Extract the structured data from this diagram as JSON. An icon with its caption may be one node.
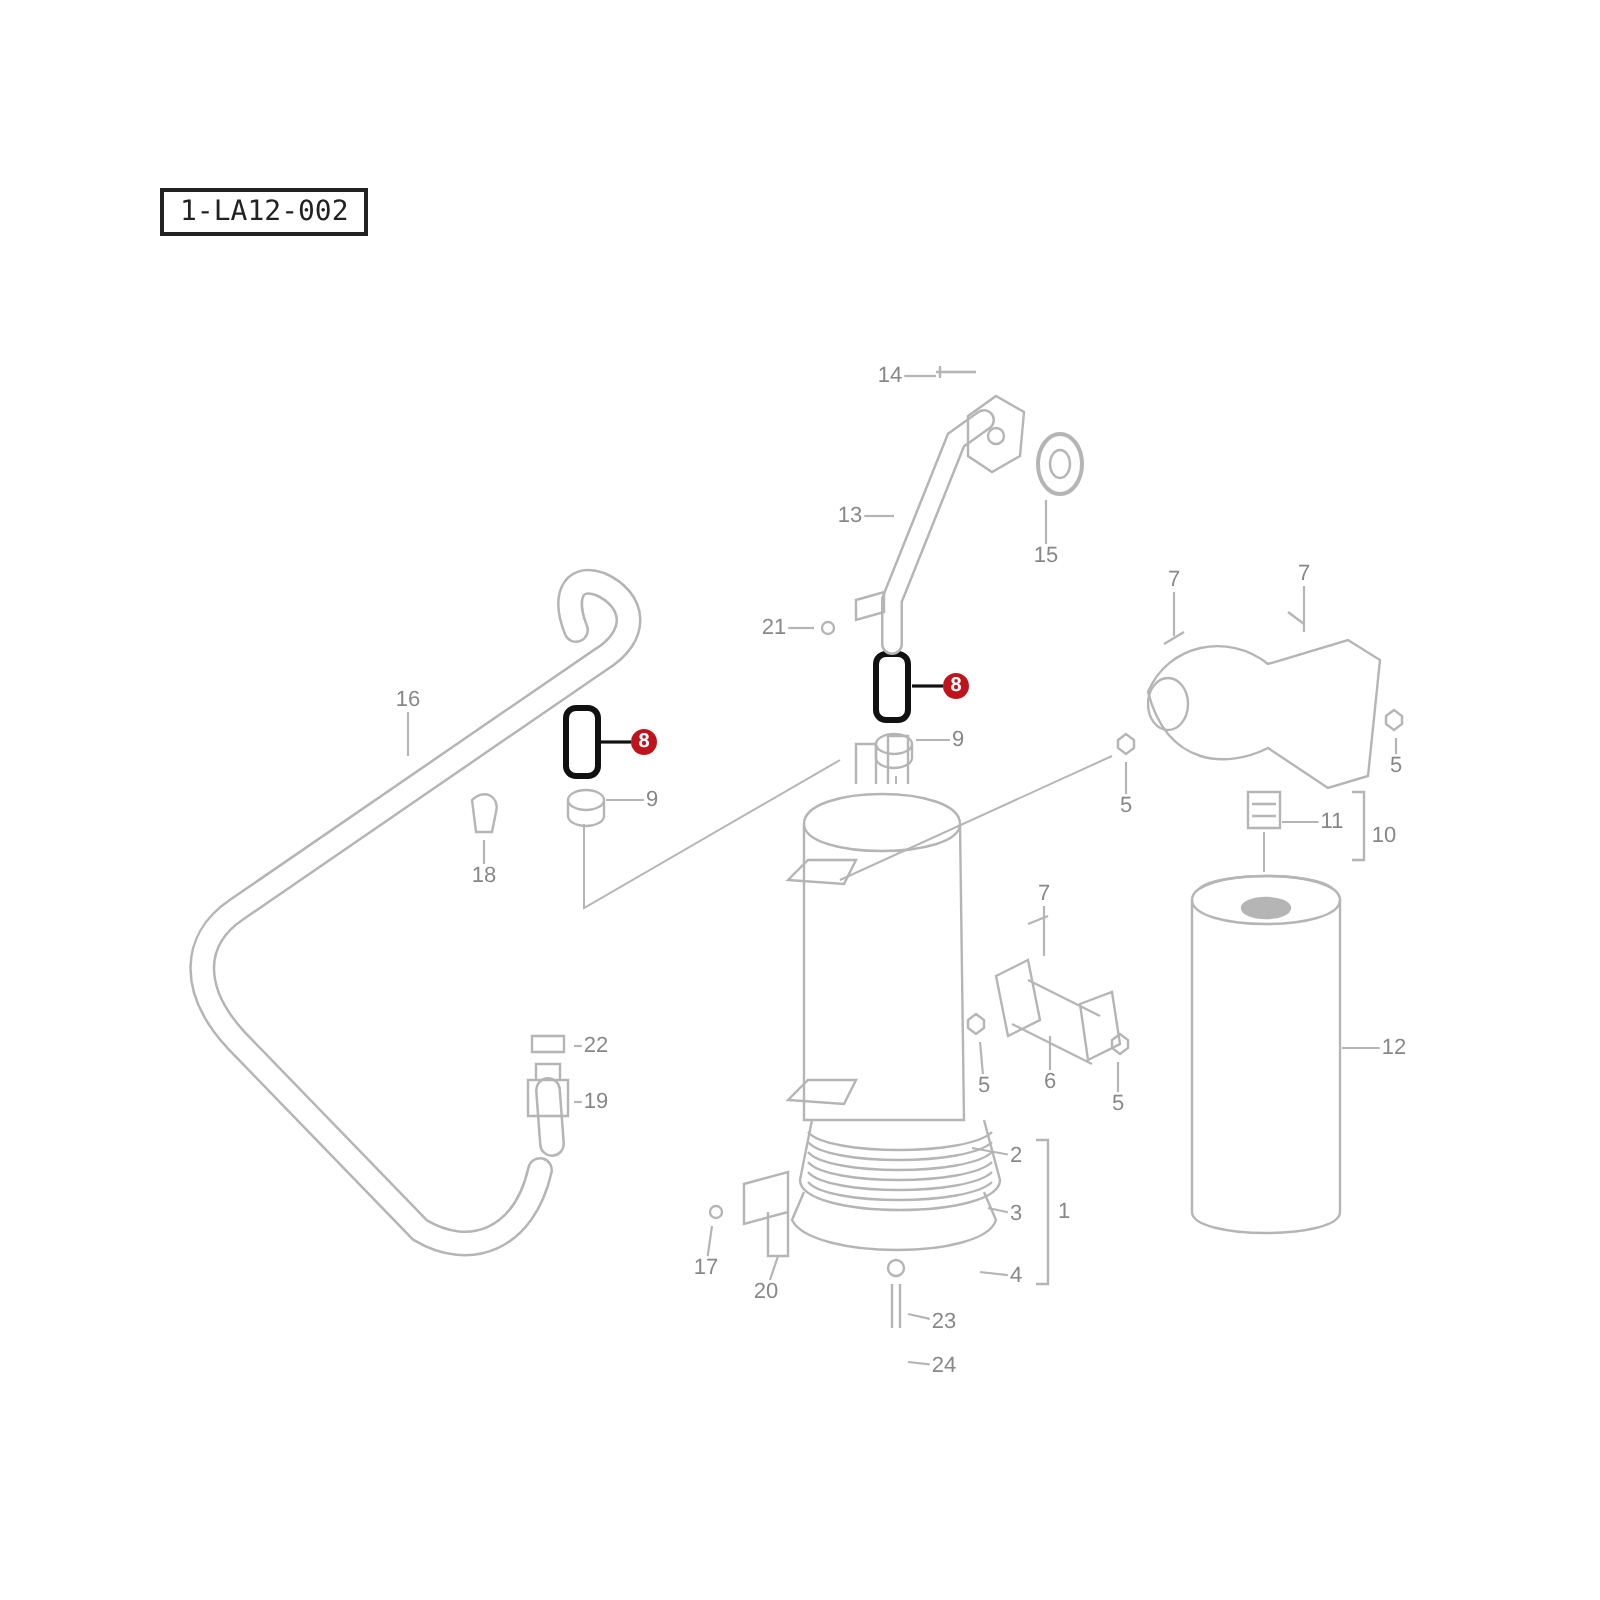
{
  "diagram": {
    "nodes": [
      {
        "text": [
          "1-LA12-002"
        ]
      },
      {
        "text": [
          "14"
        ]
      },
      {
        "text": [
          "13"
        ]
      },
      {
        "text": [
          "15"
        ]
      },
      {
        "text": [
          "7"
        ]
      },
      {
        "text": [
          "7"
        ]
      },
      {
        "text": [
          "21"
        ]
      },
      {
        "text": [
          "8"
        ]
      },
      {
        "text": [
          "16"
        ]
      },
      {
        "text": [
          "8"
        ]
      },
      {
        "text": [
          "9"
        ]
      },
      {
        "text": [
          "5"
        ]
      },
      {
        "text": [
          "9"
        ]
      },
      {
        "text": [
          "5"
        ]
      },
      {
        "text": [
          "11"
        ]
      },
      {
        "text": [
          "18"
        ]
      },
      {
        "text": [
          "7"
        ]
      },
      {
        "text": [
          "12"
        ]
      },
      {
        "text": [
          "22"
        ]
      },
      {
        "text": [
          "5"
        ]
      },
      {
        "text": [
          "6"
        ]
      },
      {
        "text": [
          "19"
        ]
      },
      {
        "text": [
          "5"
        ]
      },
      {
        "text": [
          "2"
        ]
      },
      {
        "text": [
          "3"
        ]
      },
      {
        "text": [
          "17"
        ]
      },
      {
        "text": [
          "4"
        ]
      },
      {
        "text": [
          "20"
        ]
      },
      {
        "text": [
          "23"
        ]
      },
      {
        "text": [
          "24"
        ]
      }
    ],
    "edges": [
      {
        "from": 1,
        "to": null,
        "arrow": "none"
      },
      {
        "from": 2,
        "to": null,
        "arrow": "none"
      },
      {
        "from": 3,
        "to": null,
        "arrow": "none"
      },
      {
        "from": 4,
        "to": null,
        "arrow": "none"
      },
      {
        "from": 5,
        "to": null,
        "arrow": "none"
      },
      {
        "from": 6,
        "to": null,
        "arrow": "none"
      },
      {
        "from": 7,
        "to": null,
        "arrow": "none",
        "color": "#111111"
      },
      {
        "from": 8,
        "to": null,
        "arrow": "none"
      },
      {
        "from": 9,
        "to": null,
        "arrow": "none",
        "color": "#111111"
      },
      {
        "from": 10,
        "to": null,
        "arrow": "none"
      },
      {
        "from": 11,
        "to": null,
        "arrow": "none"
      },
      {
        "from": 12,
        "to": null,
        "arrow": "none"
      },
      {
        "from": 13,
        "to": null,
        "arrow": "none"
      },
      {
        "from": 14,
        "to": null,
        "arrow": "none"
      },
      {
        "from": 15,
        "to": null,
        "arrow": "none"
      },
      {
        "from": 16,
        "to": null,
        "arrow": "none"
      },
      {
        "from": 17,
        "to": null,
        "arrow": "none"
      },
      {
        "from": 18,
        "to": null,
        "arrow": "none"
      },
      {
        "from": 19,
        "to": null,
        "arrow": "none"
      },
      {
        "from": 20,
        "to": null,
        "arrow": "none"
      },
      {
        "from": 21,
        "to": null,
        "arrow": "none"
      },
      {
        "from": 22,
        "to": null,
        "arrow": "none"
      },
      {
        "from": 23,
        "to": null,
        "arrow": "none"
      },
      {
        "from": 24,
        "to": null,
        "arrow": "none"
      },
      {
        "from": 25,
        "to": null,
        "arrow": "none"
      },
      {
        "from": 26,
        "to": null,
        "arrow": "none"
      },
      {
        "from": 27,
        "to": null,
        "arrow": "none"
      },
      {
        "from": 28,
        "to": null,
        "arrow": "none"
      },
      {
        "from": 29,
        "to": null,
        "arrow": "none"
      }
    ],
    "labels": [
      "10",
      "1"
    ]
  }
}
